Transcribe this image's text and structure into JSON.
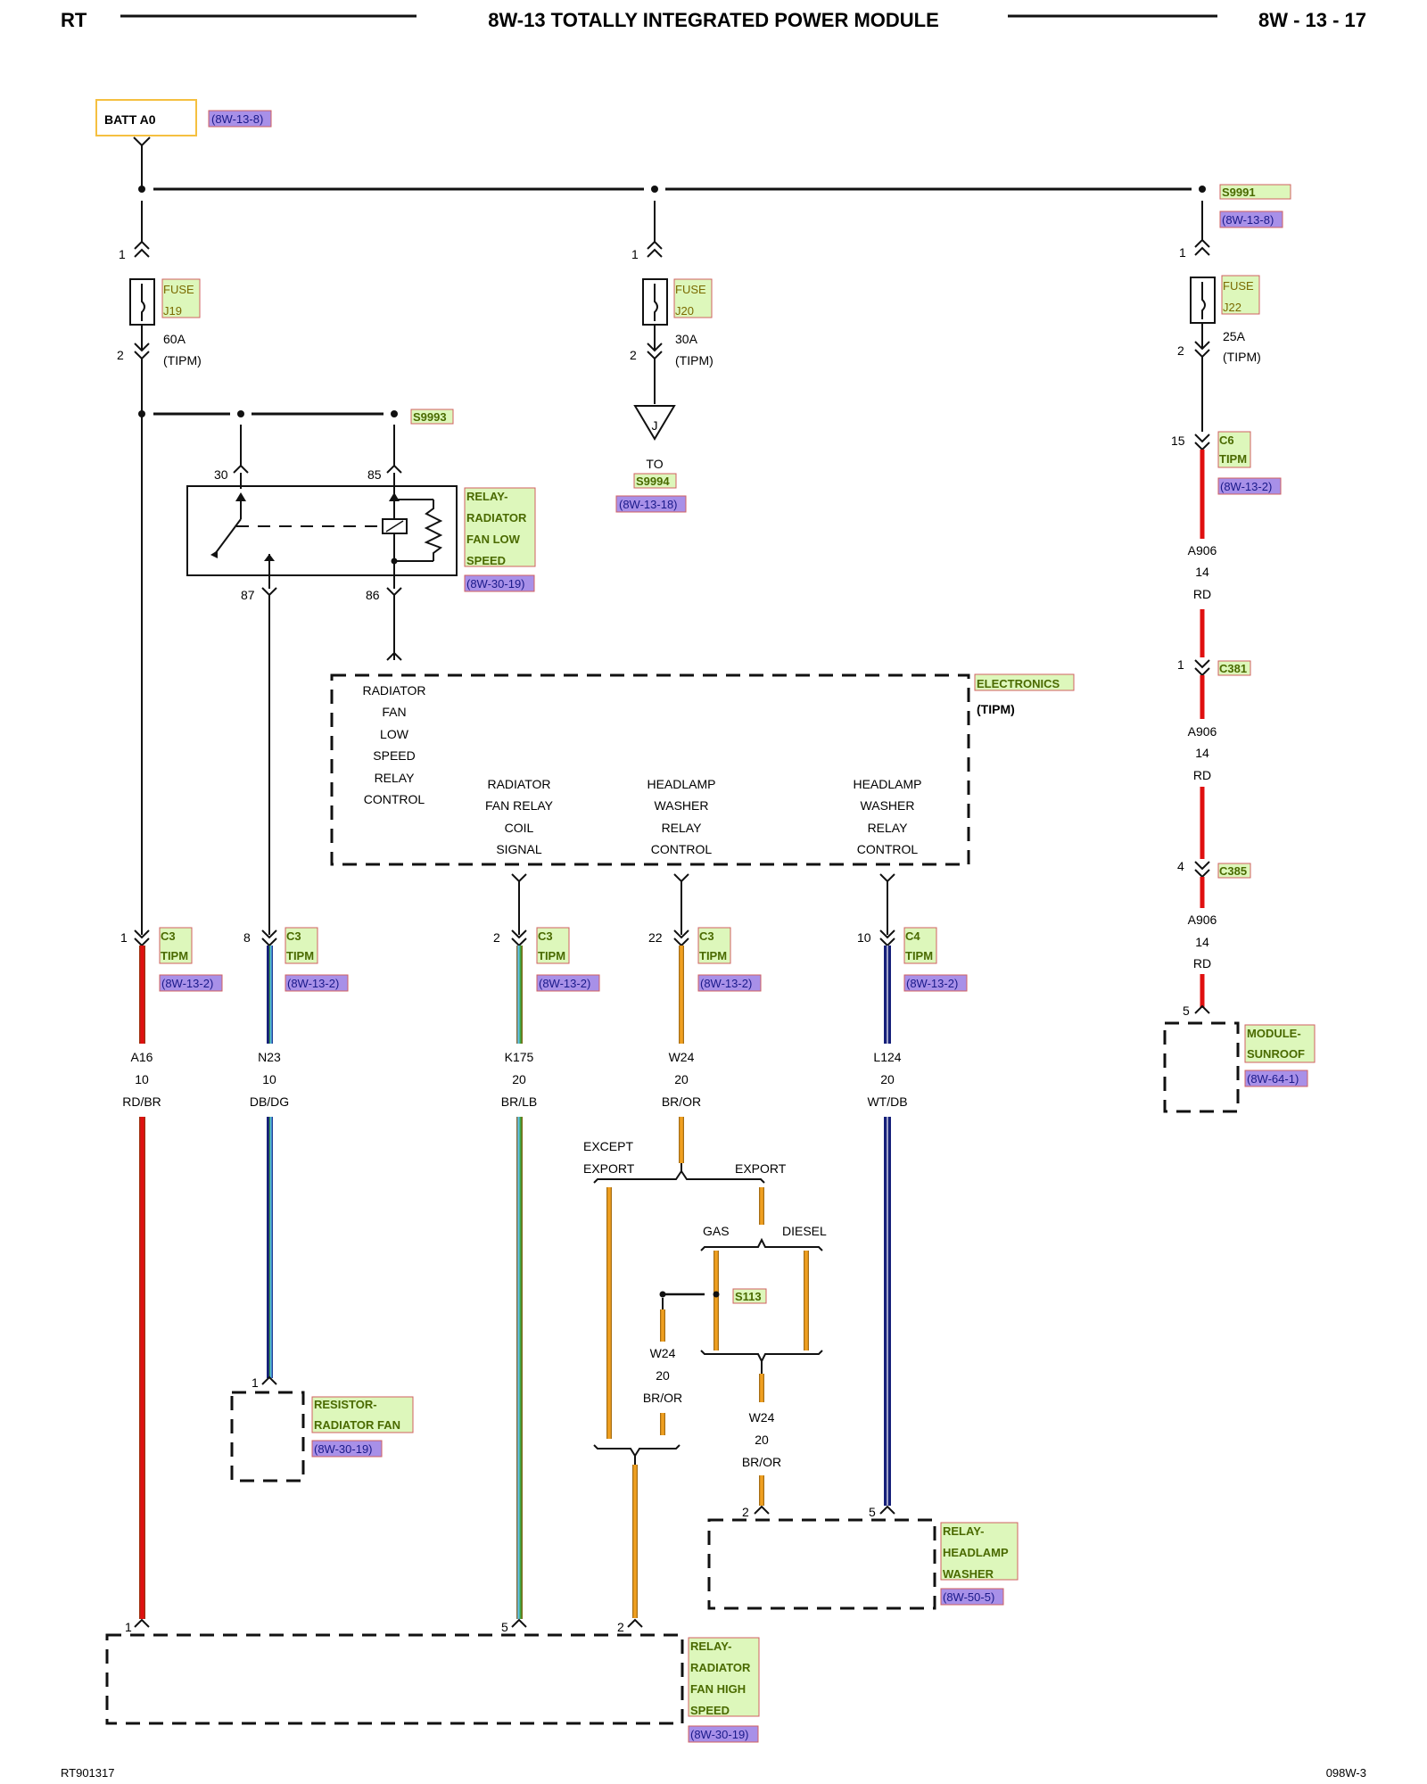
{
  "header": {
    "left": "RT",
    "title": "8W-13 TOTALLY INTEGRATED POWER MODULE",
    "page": "8W - 13 - 17"
  },
  "footer": {
    "left": "RT901317",
    "right": "098W-3"
  },
  "source": {
    "label": "BATT A0",
    "ref": "(8W-13-8)"
  },
  "splices": {
    "s9991": {
      "label": "S9991",
      "ref": "(8W-13-8)"
    },
    "s9993": {
      "label": "S9993"
    },
    "s113": {
      "label": "S113"
    }
  },
  "fuses": [
    {
      "name": "FUSE",
      "id": "J19",
      "amps": "60A",
      "loc": "(TIPM)",
      "pin_in": "1",
      "pin_out": "2"
    },
    {
      "name": "FUSE",
      "id": "J20",
      "amps": "30A",
      "loc": "(TIPM)",
      "pin_in": "1",
      "pin_out": "2"
    },
    {
      "name": "FUSE",
      "id": "J22",
      "amps": "25A",
      "loc": "(TIPM)",
      "pin_in": "1",
      "pin_out": "2"
    }
  ],
  "to_connector": {
    "letter": "J",
    "to": "TO",
    "label": "S9994",
    "ref": "(8W-13-18)"
  },
  "relay_low": {
    "label": [
      "RELAY-",
      "RADIATOR",
      "FAN LOW",
      "SPEED"
    ],
    "ref": "(8W-30-19)",
    "pins": {
      "p30": "30",
      "p85": "85",
      "p87": "87",
      "p86": "86"
    }
  },
  "electronics": {
    "label": "ELECTRONICS",
    "loc": "(TIPM)",
    "fn1": [
      "RADIATOR",
      "FAN",
      "LOW",
      "SPEED",
      "RELAY",
      "CONTROL"
    ],
    "fn2": [
      "RADIATOR",
      "FAN RELAY",
      "COIL",
      "SIGNAL"
    ],
    "fn3": [
      "HEADLAMP",
      "WASHER",
      "RELAY",
      "CONTROL"
    ],
    "fn4": [
      "HEADLAMP",
      "WASHER",
      "RELAY",
      "CONTROL"
    ]
  },
  "connectors": [
    {
      "pin": "1",
      "name": "C3",
      "sub": "TIPM",
      "ref": "(8W-13-2)"
    },
    {
      "pin": "8",
      "name": "C3",
      "sub": "TIPM",
      "ref": "(8W-13-2)"
    },
    {
      "pin": "2",
      "name": "C3",
      "sub": "TIPM",
      "ref": "(8W-13-2)"
    },
    {
      "pin": "22",
      "name": "C3",
      "sub": "TIPM",
      "ref": "(8W-13-2)"
    },
    {
      "pin": "10",
      "name": "C4",
      "sub": "TIPM",
      "ref": "(8W-13-2)"
    }
  ],
  "wires": [
    {
      "circuit": "A16",
      "gauge": "10",
      "color": "RD/BR"
    },
    {
      "circuit": "N23",
      "gauge": "10",
      "color": "DB/DG"
    },
    {
      "circuit": "K175",
      "gauge": "20",
      "color": "BR/LB"
    },
    {
      "circuit": "W24",
      "gauge": "20",
      "color": "BR/OR"
    },
    {
      "circuit": "L124",
      "gauge": "20",
      "color": "WT/DB"
    }
  ],
  "sunroof_path": {
    "c6": {
      "pin": "15",
      "name": "C6",
      "sub": "TIPM",
      "ref": "(8W-13-2)"
    },
    "wire1": {
      "circuit": "A906",
      "gauge": "14",
      "color": "RD"
    },
    "c381": {
      "pin": "1",
      "name": "C381"
    },
    "wire2": {
      "circuit": "A906",
      "gauge": "14",
      "color": "RD"
    },
    "c385": {
      "pin": "4",
      "name": "C385"
    },
    "wire3": {
      "circuit": "A906",
      "gauge": "14",
      "color": "RD"
    },
    "module": {
      "pin": "5",
      "label": [
        "MODULE-",
        "SUNROOF"
      ],
      "ref": "(8W-64-1)"
    }
  },
  "branches": {
    "except_export": [
      "EXCEPT",
      "EXPORT"
    ],
    "export": "EXPORT",
    "gas": "GAS",
    "diesel": "DIESEL",
    "w24a": {
      "circuit": "W24",
      "gauge": "20",
      "color": "BR/OR"
    },
    "w24b": {
      "circuit": "W24",
      "gauge": "20",
      "color": "BR/OR"
    }
  },
  "resistor": {
    "pin": "1",
    "label": [
      "RESISTOR-",
      "RADIATOR FAN"
    ],
    "ref": "(8W-30-19)"
  },
  "relay_washer": {
    "pin_a": "2",
    "pin_b": "5",
    "label": [
      "RELAY-",
      "HEADLAMP",
      "WASHER"
    ],
    "ref": "(8W-50-5)"
  },
  "relay_high": {
    "pin_a": "1",
    "pin_b": "5",
    "pin_c": "2",
    "label": [
      "RELAY-",
      "RADIATOR",
      "FAN HIGH",
      "SPEED"
    ],
    "ref": "(8W-30-19)"
  },
  "colors": {
    "red": "#e01010",
    "brown": "#8a5a10",
    "orange": "#f0a020",
    "dark_blue": "#16207a",
    "green": "#38a838",
    "light_blue": "#60c8ff",
    "white": "#ffffff",
    "label_green": "#ddf7bb",
    "label_purple": "#a890e8",
    "label_yellow": "#fff2b0"
  }
}
